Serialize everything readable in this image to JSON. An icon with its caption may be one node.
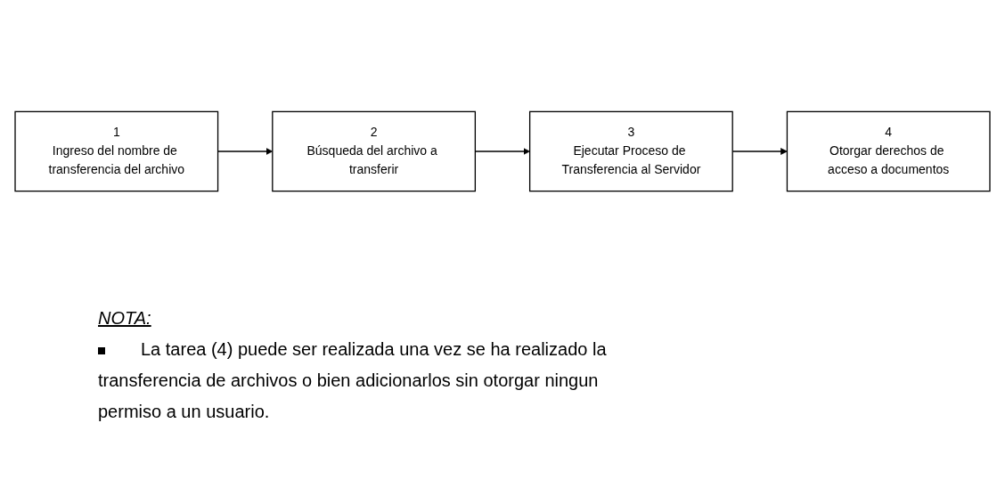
{
  "diagram": {
    "nodes": [
      {
        "text": [
          "1",
          "Ingreso del nombre de transferencia del archivo"
        ]
      },
      {
        "text": [
          "2",
          "Búsqueda del archivo a transferir"
        ]
      },
      {
        "text": [
          "3",
          "Ejecutar Proceso de Transferencia al Servidor"
        ]
      },
      {
        "text": [
          "4",
          "Otorgar derechos de acceso a documentos"
        ]
      }
    ],
    "edges": [
      {
        "from": 0,
        "to": 1,
        "arrow": "to"
      },
      {
        "from": 1,
        "to": 2,
        "arrow": "to"
      },
      {
        "from": 2,
        "to": 3,
        "arrow": "to"
      }
    ],
    "labels": [
      "NOTA:",
      "La tarea (4) puede ser realizada una vez se ha realizado la transferencia de archivos o bien adicionarlos sin otorgar ningun permiso a un usuario."
    ]
  }
}
